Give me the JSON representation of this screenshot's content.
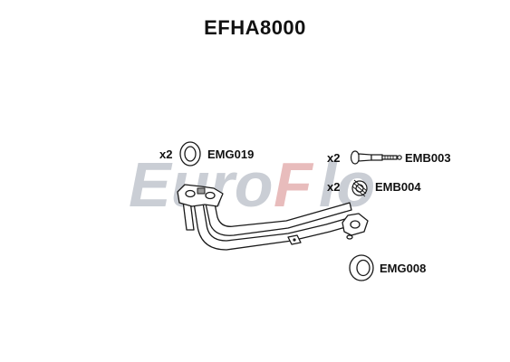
{
  "title": "EFHA8000",
  "watermark": {
    "part1": "Euro",
    "part2": "F",
    "part3": "lo",
    "color_grey": "#c8ccd3",
    "color_red": "#e7b9b9"
  },
  "parts": [
    {
      "qty": "x2",
      "code": "EMG019"
    },
    {
      "qty": "x2",
      "code": "EMB003"
    },
    {
      "qty": "x2",
      "code": "EMB004"
    },
    {
      "qty": "",
      "code": "EMG008"
    }
  ],
  "colors": {
    "line": "#1a1a1a",
    "fill": "#ffffff",
    "shade": "#9a9a9a"
  }
}
